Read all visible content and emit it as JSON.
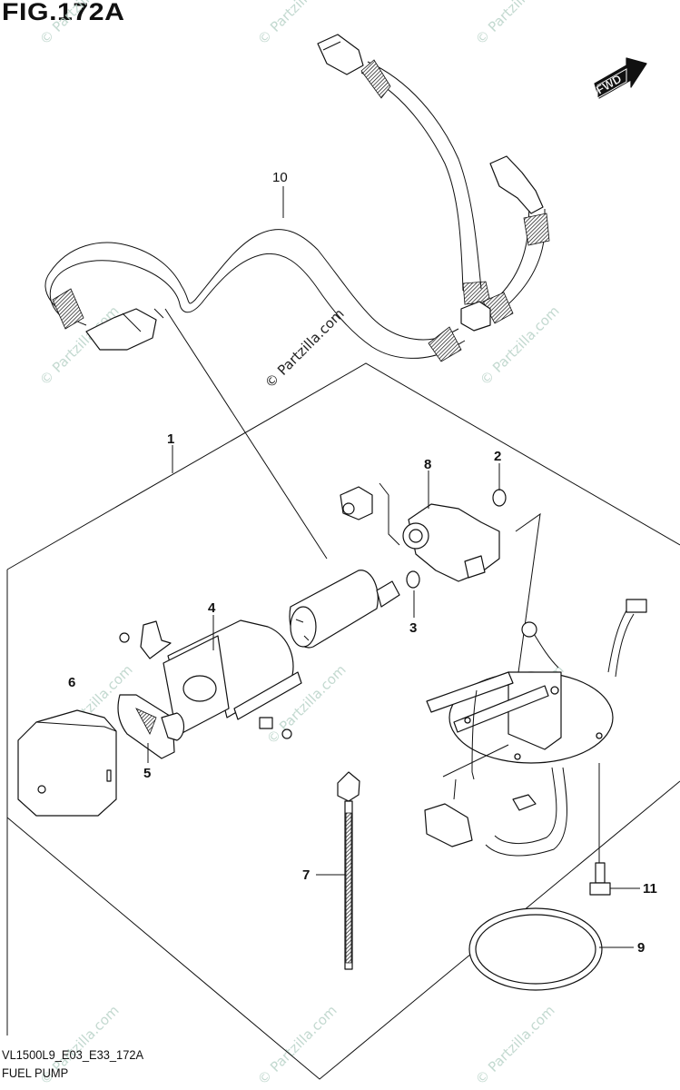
{
  "figure": {
    "title": "FIG.172A",
    "model_code": "VL1500L9_E03_E33_172A",
    "section_name": "FUEL PUMP"
  },
  "direction_badge": {
    "label": "FWD",
    "icon": "forward-arrow-icon"
  },
  "watermark": {
    "text": "© Partzilla.com",
    "prominent_text": "© Partzilla.com",
    "color": "#b9d3c8"
  },
  "callouts": [
    {
      "number": "1",
      "part": "fuel-pump-assembly"
    },
    {
      "number": "2",
      "part": "o-ring-upper"
    },
    {
      "number": "3",
      "part": "o-ring-lower"
    },
    {
      "number": "4",
      "part": "pump-holder"
    },
    {
      "number": "5",
      "part": "fuel-filter"
    },
    {
      "number": "6",
      "part": "filter-cover"
    },
    {
      "number": "7",
      "part": "cable-tie"
    },
    {
      "number": "8",
      "part": "pressure-regulator"
    },
    {
      "number": "9",
      "part": "gasket-ring"
    },
    {
      "number": "10",
      "part": "fuel-hose"
    },
    {
      "number": "11",
      "part": "bolt"
    }
  ]
}
